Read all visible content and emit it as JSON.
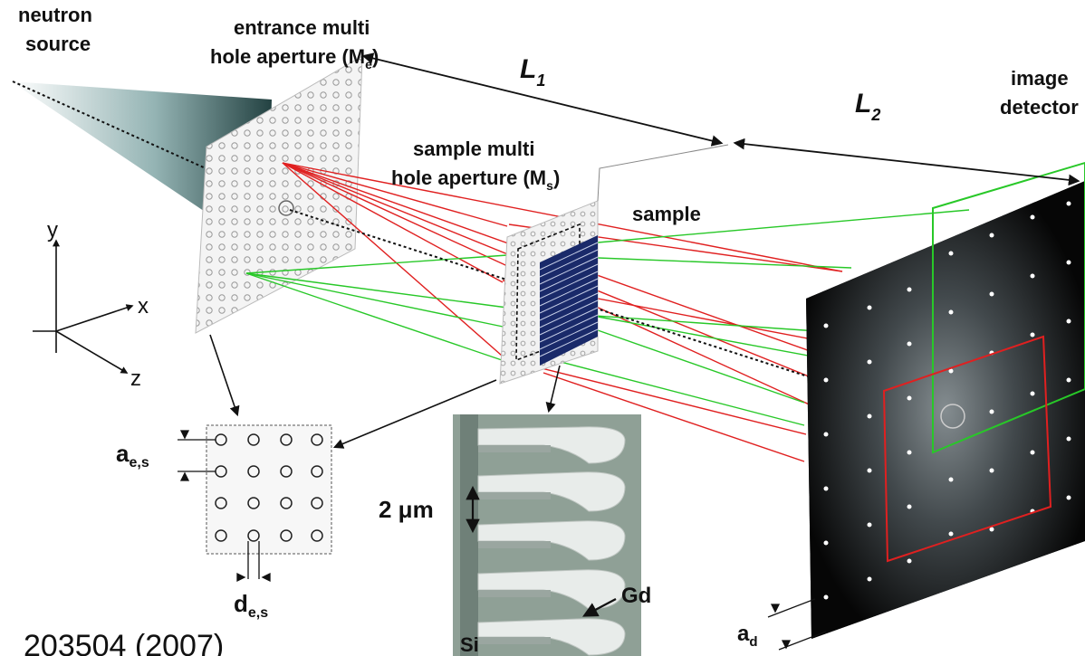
{
  "labels": {
    "neutron_source": [
      "neutron",
      "source"
    ],
    "entrance_aperture": [
      "entrance multi",
      "hole aperture (M",
      "e",
      ")"
    ],
    "sample_aperture": [
      "sample multi",
      "hole aperture (M",
      "s",
      ")"
    ],
    "sample": "sample",
    "image_detector": [
      "image",
      "detector"
    ],
    "L1": {
      "main": "L",
      "sub": "1"
    },
    "L2": {
      "main": "L",
      "sub": "2"
    },
    "axis_y": "y",
    "axis_x": "x",
    "axis_z": "z",
    "a_es": {
      "main": "a",
      "sub": "e,s"
    },
    "d_es": {
      "main": "d",
      "sub": "e,s"
    },
    "scale_2um": "2 μm",
    "gd": "Gd",
    "si": "Si",
    "a_d": {
      "main": "a",
      "sub": "d"
    },
    "citation": "203504 (2007)"
  },
  "colors": {
    "red_rays": "#e02020",
    "green_rays": "#28c828",
    "detector_bg": "#0a0a0a",
    "grating_blue": "#1a2a6a",
    "cone_dark": "#1e3a3a",
    "cone_light": "#d0e0e0"
  }
}
